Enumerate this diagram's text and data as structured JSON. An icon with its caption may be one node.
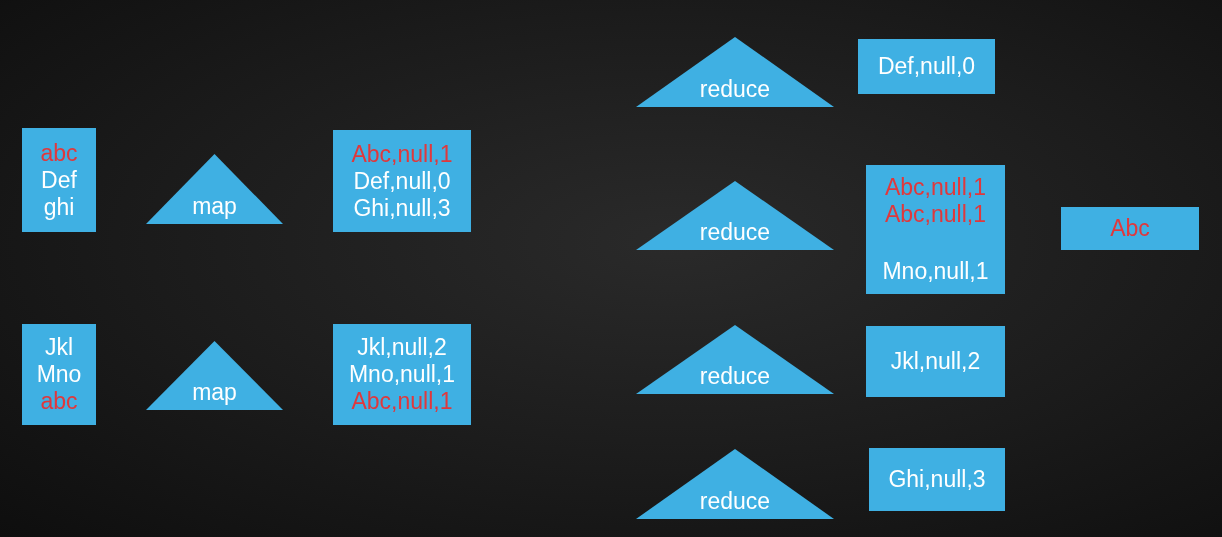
{
  "diagram": {
    "nodes": [
      {
        "text": [
          "abc",
          "Def",
          "ghi"
        ]
      },
      {
        "text": [
          "map"
        ]
      },
      {
        "text": [
          "Abc,null,1",
          "Def,null,0",
          "Ghi,null,3"
        ]
      },
      {
        "text": [
          "Jkl",
          "Mno",
          "abc"
        ]
      },
      {
        "text": [
          "map"
        ]
      },
      {
        "text": [
          "Jkl,null,2",
          "Mno,null,1",
          "Abc,null,1"
        ]
      },
      {
        "text": [
          "reduce"
        ]
      },
      {
        "text": [
          "Def,null,0"
        ]
      },
      {
        "text": [
          "reduce"
        ]
      },
      {
        "text": [
          "Abc,null,1",
          "Abc,null,1",
          "Mno,null,1"
        ]
      },
      {
        "text": [
          "Abc"
        ]
      },
      {
        "text": [
          "reduce"
        ]
      },
      {
        "text": [
          "Jkl,null,2"
        ]
      },
      {
        "text": [
          "reduce"
        ]
      },
      {
        "text": [
          "Ghi,null,3"
        ]
      }
    ]
  }
}
